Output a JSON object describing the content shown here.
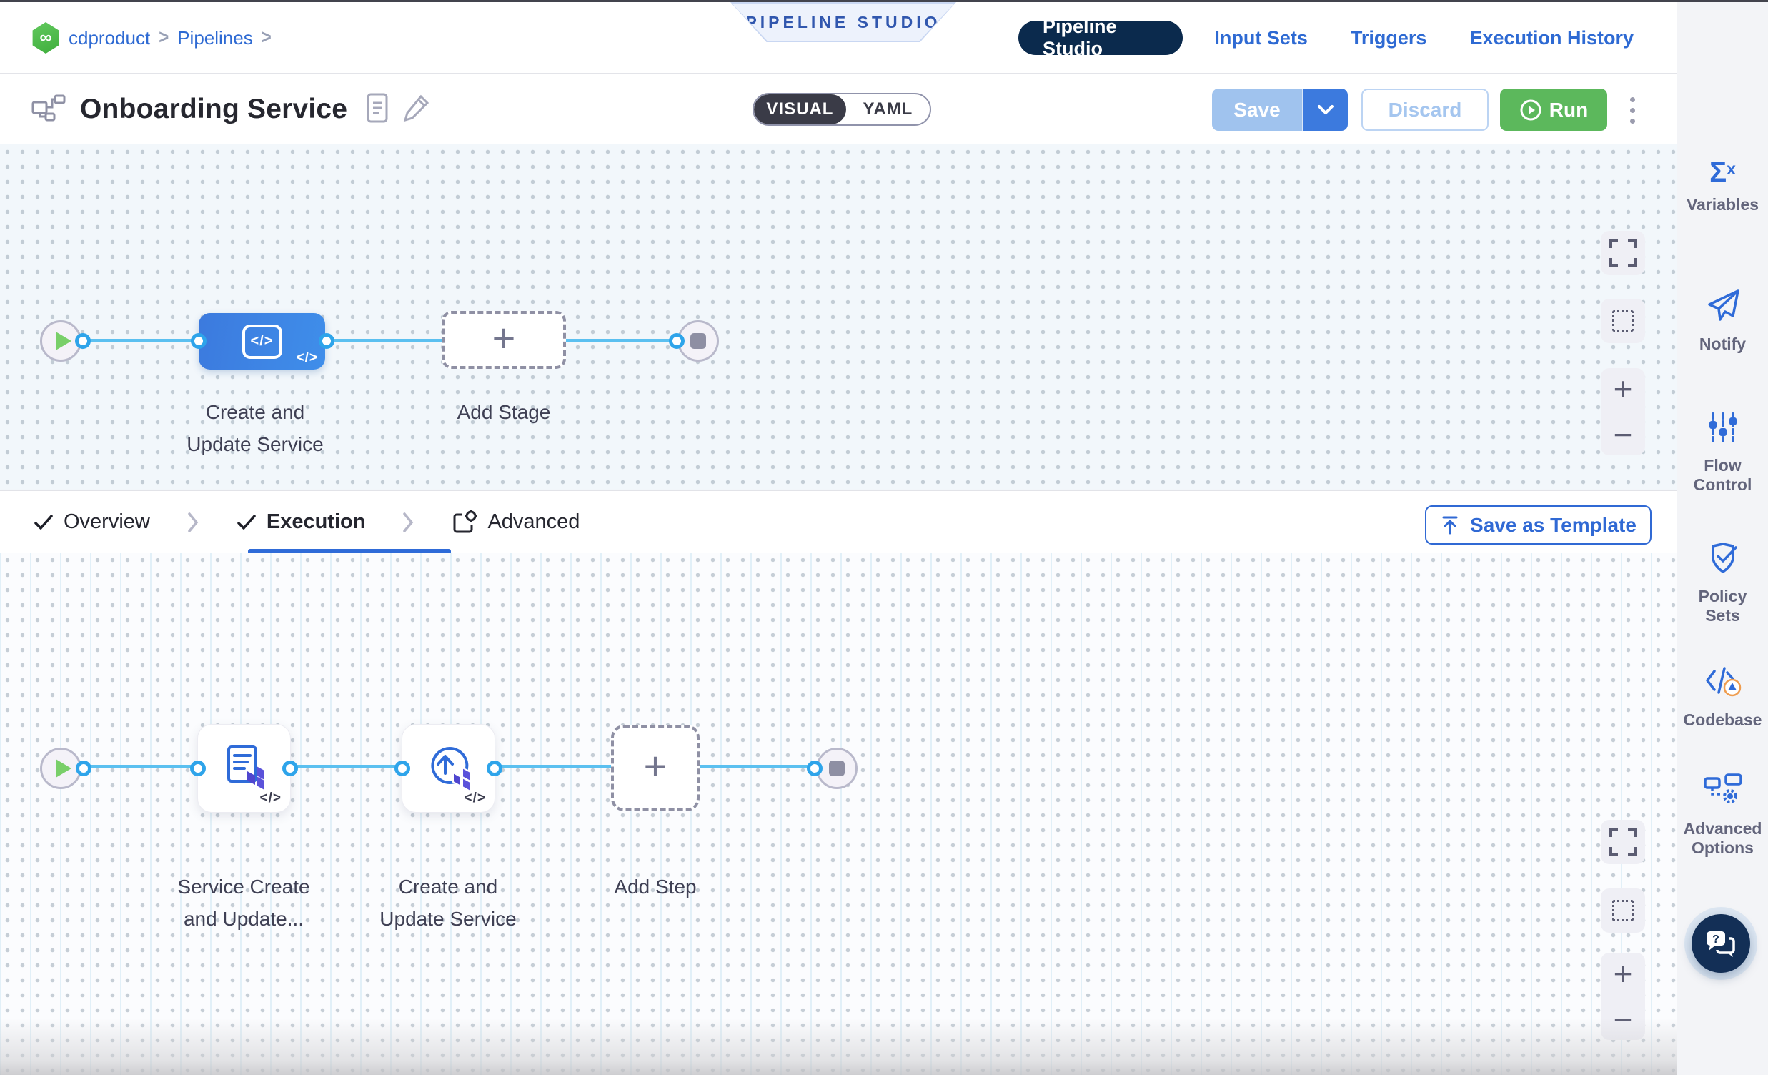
{
  "topnav": {
    "breadcrumb": {
      "project": "cdproduct",
      "sep": ">",
      "section": "Pipelines"
    },
    "banner": "PIPELINE STUDIO",
    "tabs": [
      {
        "label": "Pipeline Studio",
        "active": true
      },
      {
        "label": "Input Sets"
      },
      {
        "label": "Triggers"
      },
      {
        "label": "Execution History"
      }
    ]
  },
  "header": {
    "title": "Onboarding Service",
    "toggle": {
      "visual": "VISUAL",
      "yaml": "YAML",
      "selected": "VISUAL"
    },
    "actions": {
      "save": "Save",
      "discard": "Discard",
      "run": "Run"
    }
  },
  "stage_canvas": {
    "stage_label": "Create and\nUpdate Service",
    "add_stage_label": "Add Stage",
    "code_glyph": "</>",
    "plus": "+",
    "zoom_in": "+",
    "zoom_out": "−"
  },
  "tab_bar": {
    "tabs": [
      {
        "label": "Overview",
        "done": true
      },
      {
        "label": "Execution",
        "done": true,
        "active": true
      },
      {
        "label": "Advanced"
      }
    ],
    "save_as_template": "Save as Template"
  },
  "step_canvas": {
    "step1_label": "Service Create\nand Update...",
    "step2_label": "Create and\nUpdate Service",
    "add_step_label": "Add Step",
    "code_glyph": "</>",
    "plus": "+",
    "zoom_in": "+",
    "zoom_out": "−"
  },
  "sidebar": {
    "items": [
      {
        "icon": "sigma-x-icon",
        "label": "Variables",
        "sigma": "Σ",
        "x": "x"
      },
      {
        "icon": "paper-plane-icon",
        "label": "Notify"
      },
      {
        "icon": "sliders-icon",
        "label": "Flow\nControl"
      },
      {
        "icon": "shield-check-icon",
        "label": "Policy\nSets"
      },
      {
        "icon": "code-warning-icon",
        "label": "Codebase"
      },
      {
        "icon": "flowchart-gear-icon",
        "label": "Advanced\nOptions"
      }
    ],
    "help_glyph": "?"
  },
  "glyphs": {
    "logo": "∞"
  },
  "colors": {
    "link_blue": "#2e6ad3",
    "navy_pill": "#0b2a4d",
    "run_green": "#5cb85c",
    "connector_blue": "#5bc0f0",
    "accent_blue": "#3069d4",
    "stage_blue": "#3c7ade"
  }
}
